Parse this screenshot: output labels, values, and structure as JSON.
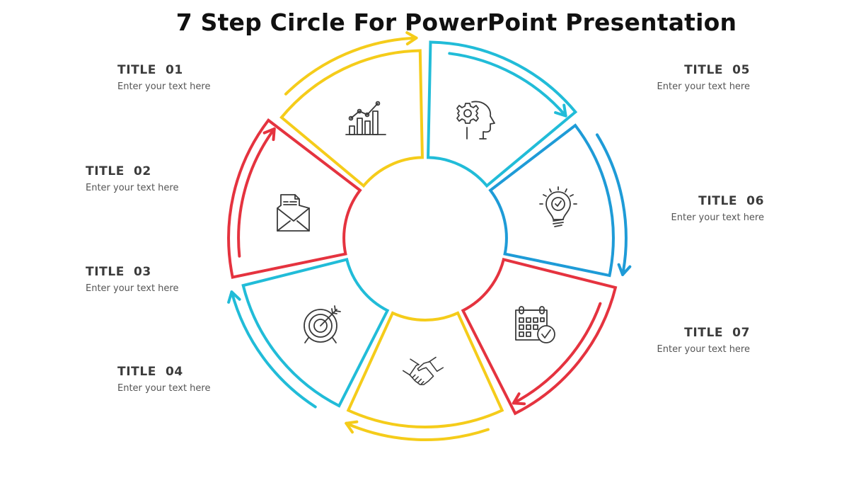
{
  "page_title": "7 Step Circle For PowerPoint Presentation",
  "colors": {
    "yellow": "#f5cc1a",
    "red": "#e5333f",
    "cyan": "#21bcd8",
    "blue": "#1e9bd7",
    "icon": "#3a3a3a",
    "title_text": "#3b3b3b",
    "desc_text": "#555555"
  },
  "steps": [
    {
      "title": "TITLE  01",
      "description": "Enter your text here",
      "icon": "bar-chart-trend-icon",
      "color": "#f5cc1a"
    },
    {
      "title": "TITLE  02",
      "description": "Enter your text here",
      "icon": "envelope-letter-icon",
      "color": "#e5333f"
    },
    {
      "title": "TITLE  03",
      "description": "Enter your text here",
      "icon": "target-arrow-icon",
      "color": "#21bcd8"
    },
    {
      "title": "TITLE  04",
      "description": "Enter your text here",
      "icon": "handshake-icon",
      "color": "#f5cc1a"
    },
    {
      "title": "TITLE  05",
      "description": "Enter your text here",
      "icon": "head-gear-icon",
      "color": "#21bcd8"
    },
    {
      "title": "TITLE  06",
      "description": "Enter your text here",
      "icon": "lightbulb-check-icon",
      "color": "#1e9bd7"
    },
    {
      "title": "TITLE  07",
      "description": "Enter your text here",
      "icon": "calendar-check-icon",
      "color": "#e5333f"
    }
  ]
}
